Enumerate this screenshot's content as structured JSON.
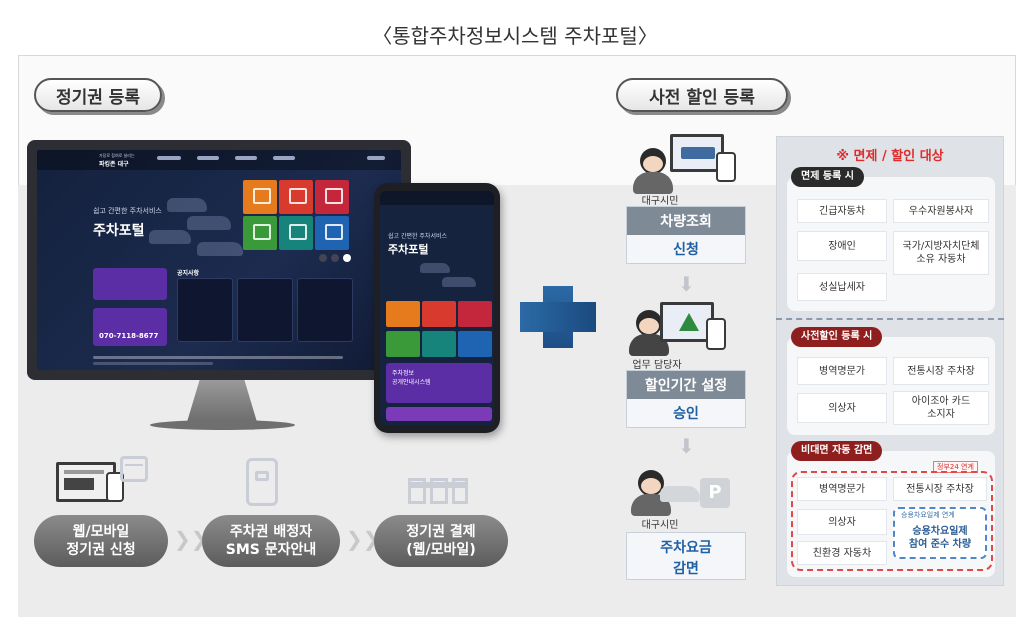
{
  "title": "〈통합주차정보시스템 주차포털〉",
  "left_section": {
    "label": "정기권 등록",
    "monitor": {
      "brand_small": "가장로 참여로 살리는",
      "brand_main": "파킹존 대구",
      "hero_small": "쉽고 간편한 주차서비스",
      "hero_title": "주차포털",
      "notice_heading": "공지사항",
      "phone_number": "070-7118-8677"
    },
    "phone": {
      "hero_small": "쉽고 간편한 주차서비스",
      "hero_title": "주차포털",
      "card_text": "주차정보\n공개안내시스템"
    },
    "steps": [
      {
        "line1": "웹/모바일",
        "line2": "정기권 신청"
      },
      {
        "line1": "주차권 배정자",
        "line2": "SMS 문자안내"
      },
      {
        "line1": "정기권 결제",
        "line2": "(웹/모바일)"
      }
    ]
  },
  "right_section": {
    "label": "사전 할인 등록",
    "flow": [
      {
        "actor": "대구시민",
        "top": "차량조회",
        "bottom": "신청"
      },
      {
        "actor": "업무 담당자",
        "top": "할인기간 설정",
        "bottom": "승인"
      },
      {
        "actor": "대구시민",
        "top": "주차요금",
        "bottom": "감면"
      }
    ],
    "panel": {
      "title": "※ 면제 / 할인 대상",
      "groups": [
        {
          "label": "면제 등록 시",
          "cells": [
            "긴급자동차",
            "우수자원봉사자",
            "장애인",
            "국가/지방자치단체\n소유 자동차",
            "성실납세자"
          ]
        },
        {
          "label": "사전할인 등록 시",
          "cells": [
            "병역명문가",
            "전통시장 주차장",
            "의상자",
            "아이조아 카드\n소지자"
          ]
        },
        {
          "label": "비대면 자동 감면",
          "tag": "정부24 연계",
          "blue_tag": "승용차요일제 연계",
          "cells": [
            "병역명문가",
            "전통시장 주차장",
            "의상자",
            "승용차요일제\n참여 준수 차량",
            "친환경 자동차"
          ]
        }
      ]
    }
  }
}
